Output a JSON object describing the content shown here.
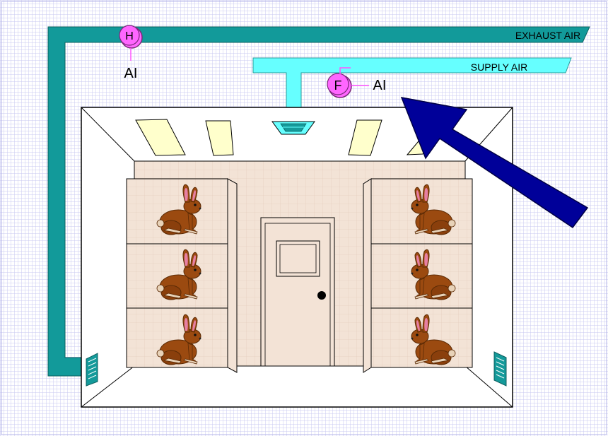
{
  "labels": {
    "exhaust_air": "EXHAUST AIR",
    "supply_air": "SUPPLY AIR",
    "sensor_h": "H",
    "sensor_f": "F",
    "ai_h": "AI",
    "ai_f": "AI"
  },
  "colors": {
    "background_grid": "#c9c9f2",
    "background": "#ffffff",
    "exhaust_duct": "#129a9a",
    "supply_duct": "#66ffff",
    "sensor_fill": "#ff66ff",
    "sensor_line": "#ff55ff",
    "arrow": "#000099",
    "wall_tile": "#f3e3d6",
    "light_panel": "#ffffcc",
    "rabbit": "#9b4a10",
    "vent": "#149a9a"
  },
  "icons": {
    "rabbit": "rabbit-icon",
    "ceiling_light": "ceiling-light-icon",
    "ceiling_diffuser": "ceiling-diffuser-icon",
    "wall_grille": "wall-grille-icon",
    "door_knob": "door-knob-icon"
  }
}
